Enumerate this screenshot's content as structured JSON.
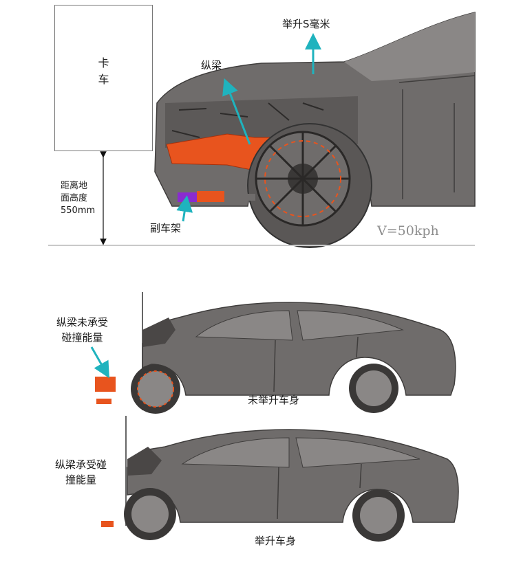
{
  "top": {
    "truck": "卡\n车",
    "lift_label": "举升S毫米",
    "rail_label": "纵梁",
    "subframe_label": "副车架",
    "ground_height": "距离地\n面高度\n550mm",
    "speed": "V=50kph"
  },
  "middle": {
    "rail_note": "纵梁未承受\n碰撞能量",
    "caption": "未举升车身"
  },
  "bottom": {
    "rail_note": "纵梁承受碰\n撞能量",
    "caption": "举升车身"
  },
  "colors": {
    "car_gray": "#6f6c6b",
    "car_dark": "#4a4746",
    "highlight_orange": "#e8541e",
    "arrow_teal": "#1fb3be",
    "ground": "#c9c9c9"
  }
}
